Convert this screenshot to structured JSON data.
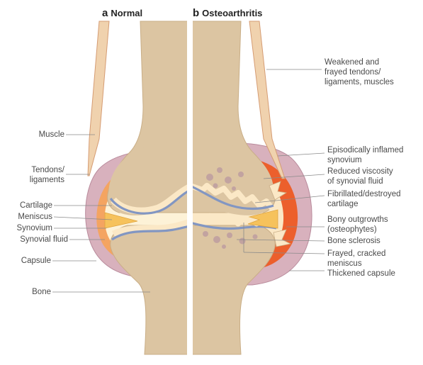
{
  "panels": {
    "left": {
      "letter": "a",
      "title": "Normal"
    },
    "right": {
      "letter": "b",
      "title": "Osteoarthritis"
    }
  },
  "labels_left": {
    "muscle": "Muscle",
    "tendons_1": "Tendons/",
    "tendons_2": "ligaments",
    "cartilage": "Cartilage",
    "meniscus": "Meniscus",
    "synovium": "Synovium",
    "synovial_fluid": "Synovial fluid",
    "capsule": "Capsule",
    "bone": "Bone"
  },
  "labels_right": {
    "weakened_1": "Weakened and",
    "weakened_2": "frayed tendons/",
    "weakened_3": "ligaments, muscles",
    "inflamed_1": "Episodically inflamed",
    "inflamed_2": "synovium",
    "viscosity_1": "Reduced viscosity",
    "viscosity_2": "of synovial fluid",
    "fibrillated_1": "Fibrillated/destroyed",
    "fibrillated_2": "cartilage",
    "outgrowths_1": "Bony outgrowths",
    "outgrowths_2": "(osteophytes)",
    "sclerosis": "Bone sclerosis",
    "frayed_meniscus_1": "Frayed, cracked",
    "frayed_meniscus_2": "meniscus",
    "thickened_capsule": "Thickened capsule"
  },
  "colors": {
    "bone": "#dcc5a2",
    "bone_edge": "#c9ae87",
    "capsule": "#d8b1bd",
    "capsule_edge": "#b98b9c",
    "synovium": "#f4a461",
    "inflamed": "#ec5f2c",
    "cartilage_blue": "#8296c2",
    "cartilage_fill": "#fbe8c6",
    "fluid": "#fdf2d7",
    "meniscus": "#f6c25c",
    "tendon": "#f0d2ae",
    "tendon_edge": "#d59c73",
    "sclerosis": "#c2a3a0",
    "leader": "#8a8a8a"
  }
}
